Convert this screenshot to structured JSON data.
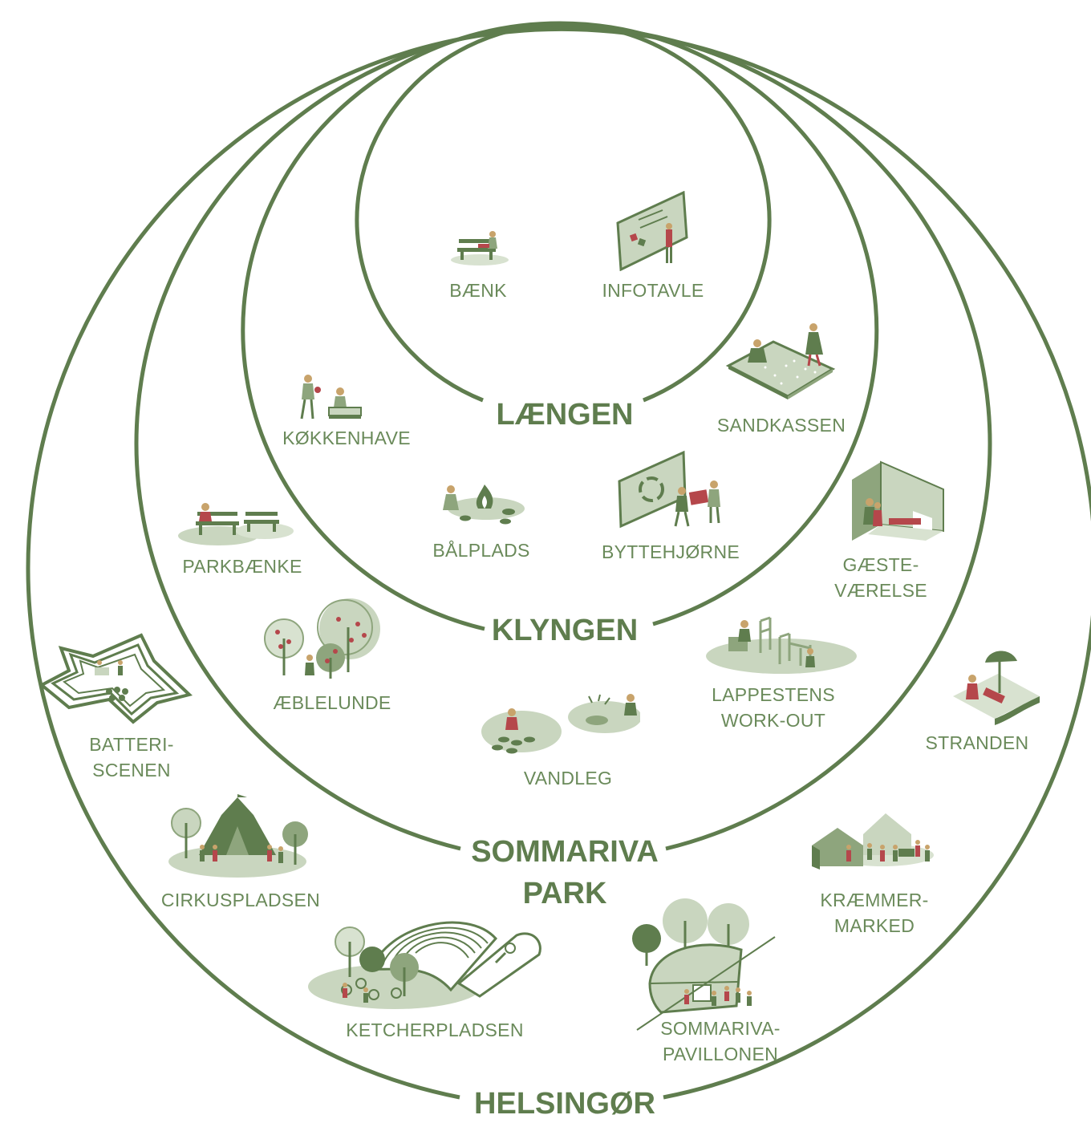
{
  "colors": {
    "ring": "#5f7d4e",
    "label": "#6a8a5a",
    "fill_light": "#c9d6bf",
    "fill_mid": "#9db18d",
    "fill_dark": "#5f7d4e",
    "accent_red": "#b5474b"
  },
  "zones": {
    "laengen": "LÆNGEN",
    "klyngen": "KLYNGEN",
    "sommariva_line1": "SOMMARIVA",
    "sommariva_line2": "PARK",
    "helsingor": "HELSINGØR"
  },
  "items": {
    "baenk": "BÆNK",
    "infotavle": "INFOTAVLE",
    "kokkenhave": "KØKKENHAVE",
    "sandkassen": "SANDKASSEN",
    "balplads": "BÅLPLADS",
    "byttehjorne": "BYTTEHJØRNE",
    "parkbaenke": "PARKBÆNKE",
    "gaeste_line1": "GÆSTE-",
    "gaeste_line2": "VÆRELSE",
    "aeblelunde": "ÆBLELUNDE",
    "lappestens_line1": "LAPPESTENS",
    "lappestens_line2": "WORK-OUT",
    "batteri_line1": "BATTERI-",
    "batteri_line2": "SCENEN",
    "vandleg": "VANDLEG",
    "stranden": "STRANDEN",
    "cirkuspladsen": "CIRKUSPLADSEN",
    "kraemmer_line1": "KRÆMMER-",
    "kraemmer_line2": "MARKED",
    "ketcherpladsen": "KETCHERPLADSEN",
    "pavillonen_line1": "SOMMARIVA-",
    "pavillonen_line2": "PAVILLONEN"
  },
  "icons": [
    "bench-icon",
    "info-board-icon",
    "kitchen-garden-icon",
    "sandbox-icon",
    "campfire-icon",
    "swap-corner-icon",
    "park-benches-icon",
    "guest-room-icon",
    "apple-grove-icon",
    "workout-icon",
    "battery-stage-icon",
    "water-play-icon",
    "beach-icon",
    "circus-tent-icon",
    "market-icon",
    "racket-court-icon",
    "pavilion-icon"
  ]
}
